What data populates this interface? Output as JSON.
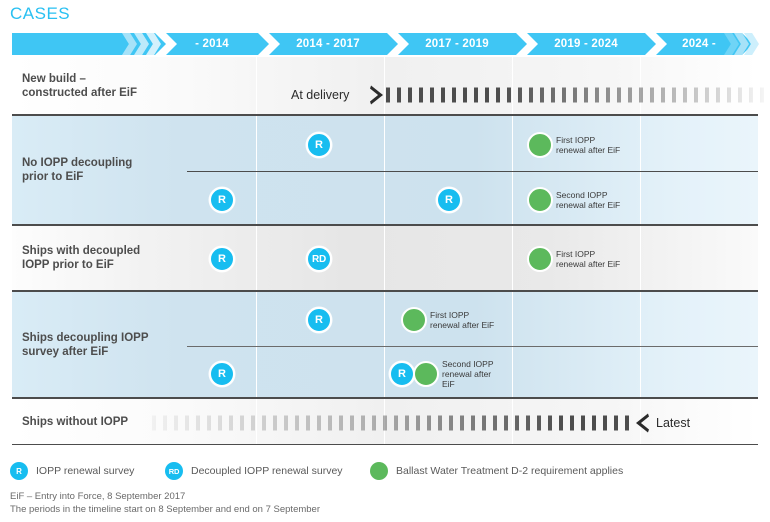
{
  "title": "CASES",
  "colors": {
    "accent_blue": "#29c0f2",
    "timeline_blue": "#3fc6f4",
    "badge_blue": "#17bdf0",
    "green": "#5cb95c",
    "row_blue": "#cfe3ef",
    "row_grey": "#e6e6e6",
    "text_dark": "#4d4d4d"
  },
  "timeline": {
    "segments": [
      {
        "label": ""
      },
      {
        "label": "- 2014"
      },
      {
        "label": "2014 - 2017"
      },
      {
        "label": "2017 - 2019"
      },
      {
        "label": "2019 - 2024"
      },
      {
        "label": "2024 -"
      }
    ]
  },
  "rows": [
    {
      "id": "new-build",
      "label": "New build –\nconstructed after EiF",
      "note": "At delivery"
    },
    {
      "id": "no-iopp-decoupling",
      "label": "No IOPP decoupling\nprior to EiF",
      "markers": [
        {
          "kind": "badge",
          "text": "R"
        },
        {
          "kind": "badge",
          "text": "R"
        },
        {
          "kind": "dot",
          "text": "First IOPP\nrenewal after EiF"
        },
        {
          "kind": "badge",
          "text": "R"
        },
        {
          "kind": "badge",
          "text": "R"
        },
        {
          "kind": "dot",
          "text": "Second IOPP\nrenewal after EiF"
        }
      ]
    },
    {
      "id": "ships-with-decoupled-iopp",
      "label": "Ships with decoupled\nIOPP prior to EiF",
      "markers": [
        {
          "kind": "badge",
          "text": "R"
        },
        {
          "kind": "badge",
          "text": "RD"
        },
        {
          "kind": "dot",
          "text": "First IOPP\nrenewal after EiF"
        }
      ]
    },
    {
      "id": "ships-decoupling-iopp-after-eif",
      "label": "Ships decoupling IOPP\nsurvey after EiF",
      "markers": [
        {
          "kind": "badge",
          "text": "R"
        },
        {
          "kind": "dot",
          "text": "First IOPP\nrenewal after EiF"
        },
        {
          "kind": "badge",
          "text": "R"
        },
        {
          "kind": "badge",
          "text": "R"
        },
        {
          "kind": "dot",
          "text": "Second IOPP\nrenewal after\nEiF"
        }
      ]
    },
    {
      "id": "ships-without-iopp",
      "label": "Ships without IOPP",
      "note": "Latest"
    }
  ],
  "legend": [
    {
      "icon": "r-badge-icon",
      "badge": "R",
      "text": "IOPP renewal survey"
    },
    {
      "icon": "rd-badge-icon",
      "badge": "RD",
      "text": "Decoupled IOPP renewal survey"
    },
    {
      "icon": "green-dot-icon",
      "badge": "",
      "text": "Ballast Water Treatment D-2 requirement applies"
    }
  ],
  "footnotes": [
    "EiF – Entry into Force, 8 September 2017",
    "The periods in the timeline start on 8 September and end on 7 September"
  ]
}
